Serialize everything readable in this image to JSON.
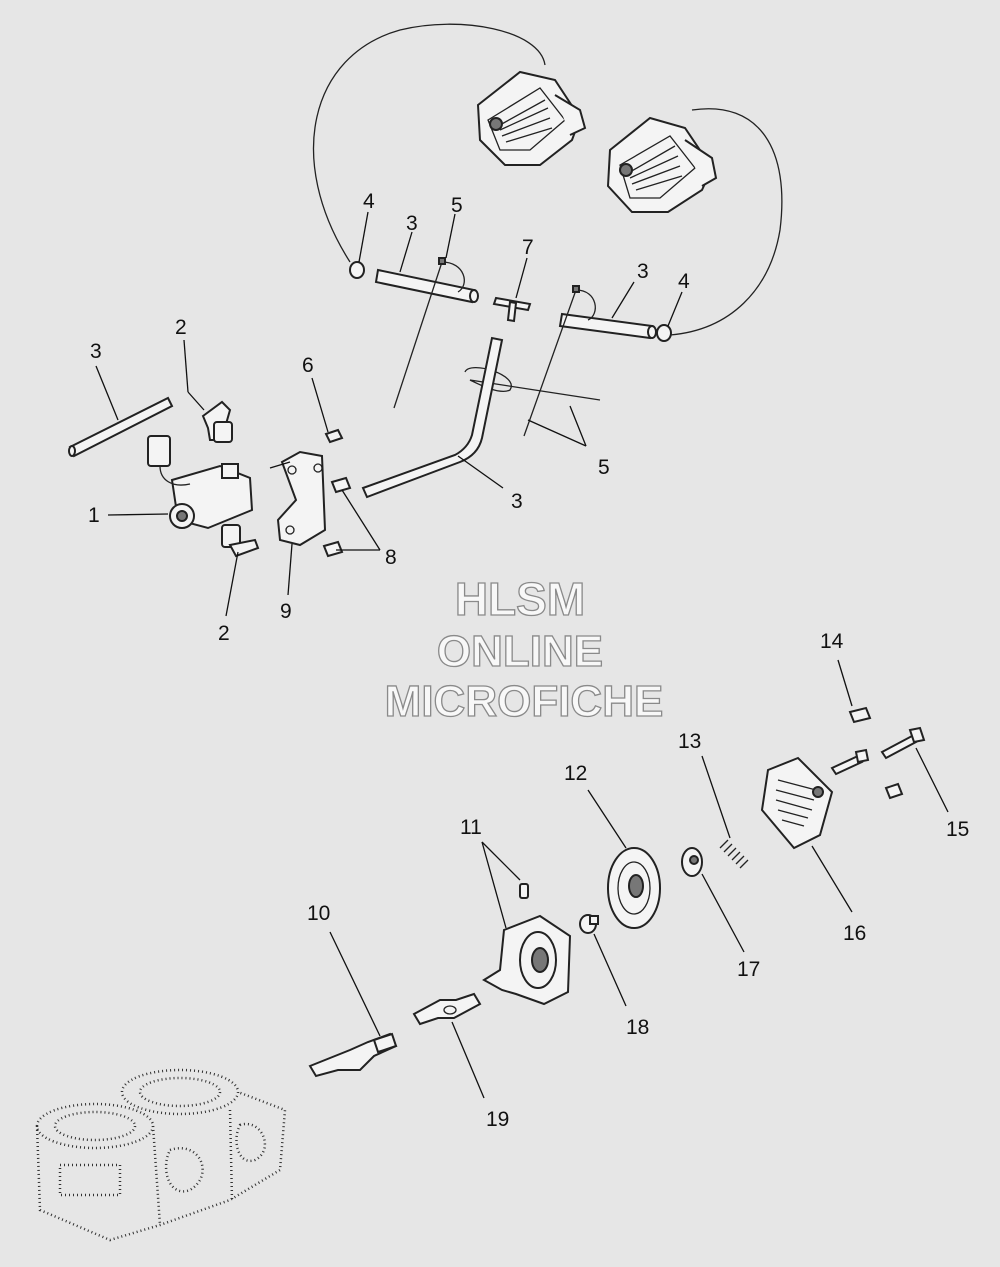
{
  "watermark": {
    "line1": "HLSM",
    "line2": "ONLINE",
    "line3": "MICROFICHE",
    "line1_color": "#7a7a7a",
    "line2_color": "#8e8e8e",
    "line3_color": "#a6a6a6"
  },
  "callouts": {
    "c1": "1",
    "c2a": "2",
    "c2b": "2",
    "c3a": "3",
    "c3b": "3",
    "c3c": "3",
    "c3d": "3",
    "c4a": "4",
    "c4b": "4",
    "c5a": "5",
    "c5b": "5",
    "c6": "6",
    "c7": "7",
    "c8": "8",
    "c9": "9",
    "c10": "10",
    "c11": "11",
    "c12": "12",
    "c13": "13",
    "c14": "14",
    "c15": "15",
    "c16": "16",
    "c17": "17",
    "c18": "18",
    "c19": "19"
  },
  "colors": {
    "background": "#e6e6e6",
    "line": "#111111",
    "part_fill": "#f4f4f4"
  }
}
